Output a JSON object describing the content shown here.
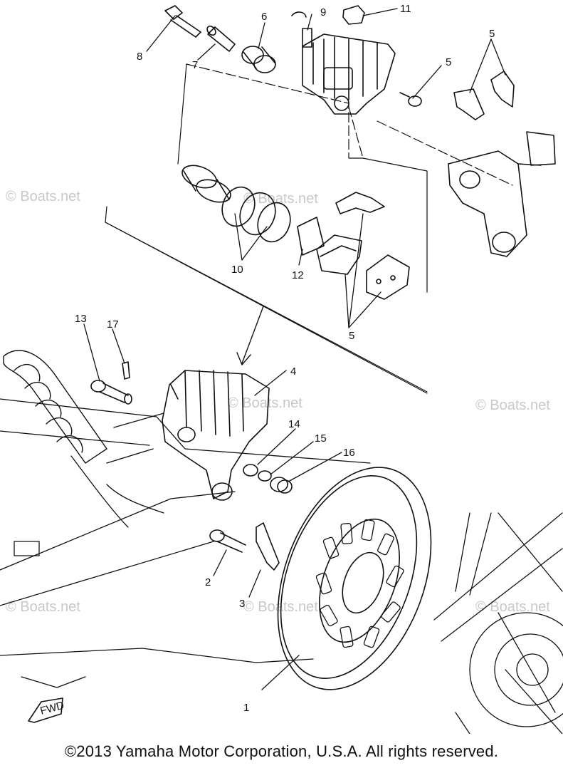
{
  "watermark": "© Boats.net",
  "part_numbers": [
    "1",
    "2",
    "3",
    "4",
    "5",
    "5",
    "5",
    "6",
    "7",
    "8",
    "9",
    "10",
    "11",
    "12",
    "13",
    "14",
    "15",
    "16",
    "17"
  ],
  "fwd_label": "FWD",
  "copyright": "©2013 Yamaha Motor Corporation, U.S.A. All rights reserved."
}
